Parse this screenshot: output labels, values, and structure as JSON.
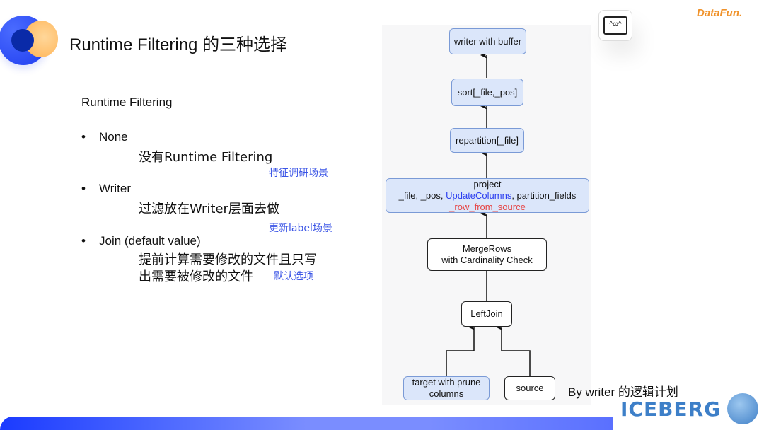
{
  "slide": {
    "title": "Runtime Filtering 的三种选择",
    "section_heading": "Runtime Filtering",
    "bullets": [
      {
        "label": "None",
        "description": [
          "没有Runtime Filtering"
        ],
        "note": "特征调研场景"
      },
      {
        "label": "Writer",
        "description": [
          "过滤放在Writer层面去做"
        ],
        "note": "更新label场景"
      },
      {
        "label": "Join (default value)",
        "description": [
          "提前计算需要修改的文件且只写",
          "出需要被修改的文件"
        ],
        "note": "默认选项"
      }
    ],
    "bullet_marker": "•"
  },
  "diagram": {
    "caption": "By writer 的逻辑计划",
    "nodes": {
      "writer": "writer with buffer",
      "sort": "sort[_file,_pos]",
      "repartition": "repartition[_file]",
      "project": {
        "line1": "project",
        "line2_a": "_file, _pos, ",
        "line2_b": "UpdateColumns",
        "line2_c": ", partition_fields",
        "line3": "_row_from_source"
      },
      "mergerows": {
        "line1": "MergeRows",
        "line2": "with Cardinality Check"
      },
      "leftjoin": "LeftJoin",
      "target": {
        "line1": "target with prune",
        "line2": "columns"
      },
      "source": "source"
    },
    "colors": {
      "highlight_blue": "#2c3ff0",
      "highlight_red": "#e64545",
      "node_fill_blue": "#dbe6fa"
    }
  },
  "branding": {
    "datafun": "DataFun.",
    "iceberg": "ICEBERG",
    "mascot_face": "^ω^"
  }
}
